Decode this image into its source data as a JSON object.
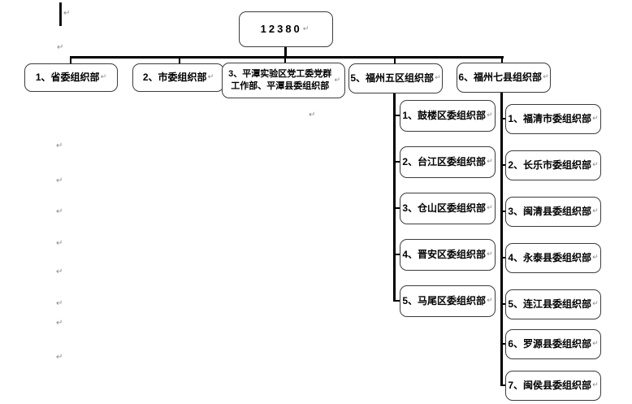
{
  "marks": {
    "return_mark": "↵"
  },
  "diagram": {
    "root": {
      "label": "12380"
    },
    "level1": [
      {
        "label": "1、省委组织部"
      },
      {
        "label": "2、市委组织部"
      },
      {
        "label": "3、平潭实验区党工委党群工作部、平潭县委组织部"
      },
      {
        "label": "5、福州五区组织部"
      },
      {
        "label": "6、福州七县组织部"
      }
    ],
    "fuzhou_districts": [
      {
        "label": "1、鼓楼区委组织部"
      },
      {
        "label": "2、台江区委组织部"
      },
      {
        "label": "3、仓山区委组织部"
      },
      {
        "label": "4、晋安区委组织部"
      },
      {
        "label": "5、马尾区委组织部"
      }
    ],
    "fuzhou_counties": [
      {
        "label": "1、福清市委组织部"
      },
      {
        "label": "2、长乐市委组织部"
      },
      {
        "label": "3、闽清县委组织部"
      },
      {
        "label": "4、永泰县委组织部"
      },
      {
        "label": "5、连江县委组织部"
      },
      {
        "label": "6、罗源县委组织部"
      },
      {
        "label": "7、闽侯县委组织部"
      }
    ],
    "colors": {
      "line": "#000000",
      "box_border": "#3c3c3c",
      "text": "#000000",
      "mark": "#8a8a8a"
    }
  }
}
